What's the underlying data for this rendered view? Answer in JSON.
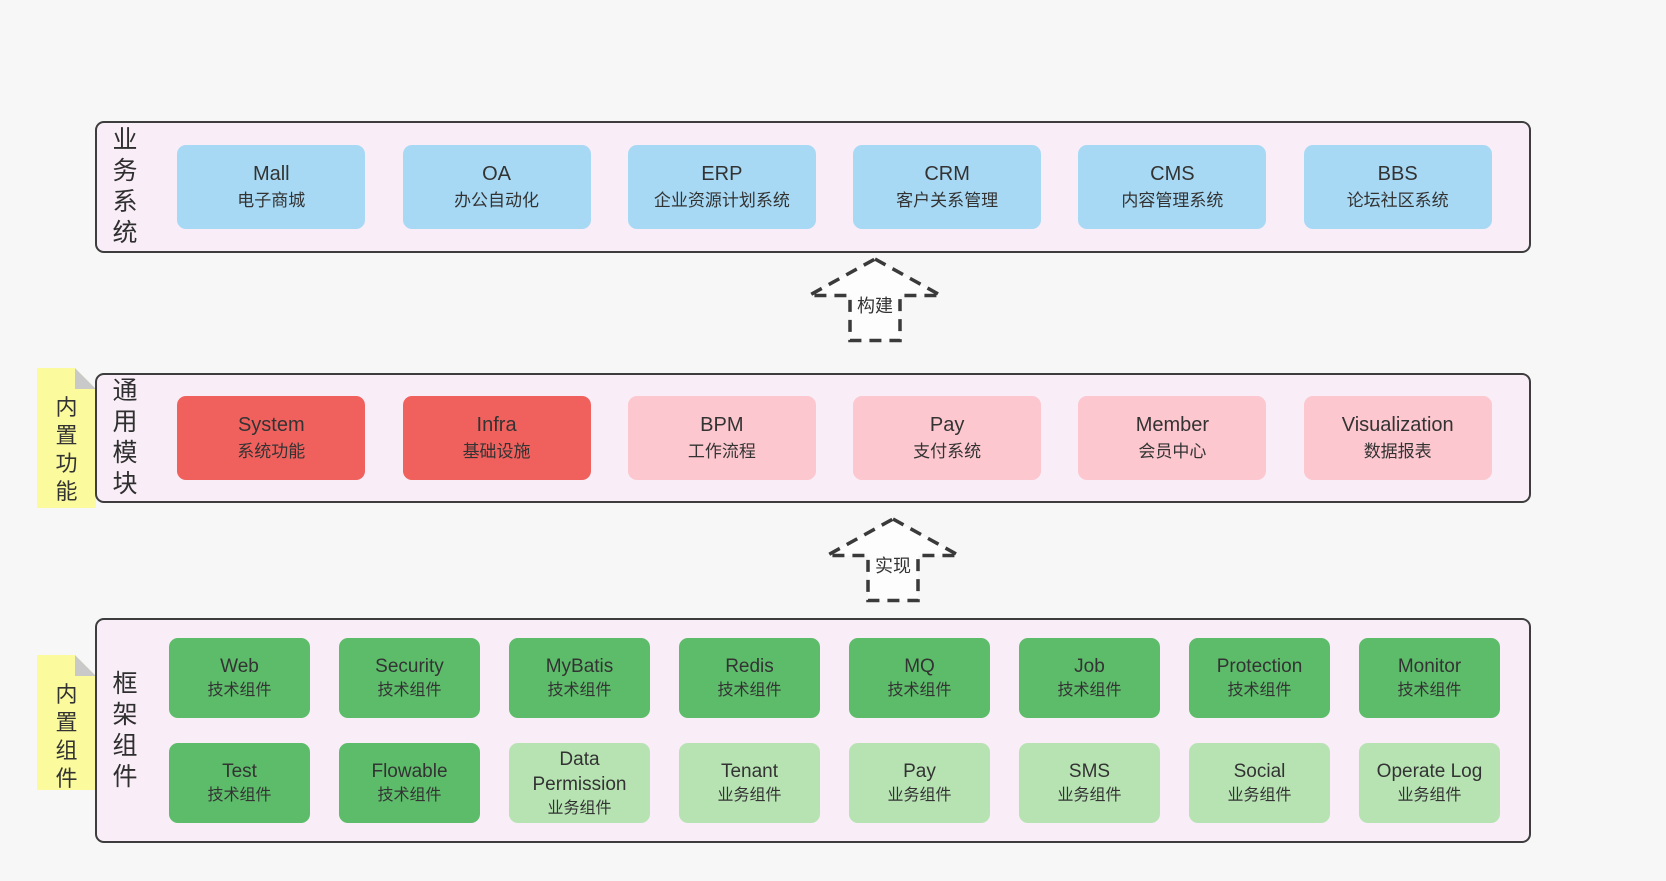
{
  "diagram": {
    "title_hint": "layered architecture diagram",
    "colors": {
      "page_bg": "#f7f7f7",
      "band_bg": "#f9eef8",
      "band_border": "#3d3d3d",
      "blue_box": "#a8d9f4",
      "red_box": "#f0615e",
      "pink_box": "#fcc7ce",
      "green_box": "#5dbc6a",
      "light_green_box": "#b7e3b3",
      "note_yellow": "#fbfb9e",
      "note_fold_gray": "#c9c9c9",
      "text": "#333333"
    },
    "arrows": [
      {
        "label": "构建"
      },
      {
        "label": "实现"
      }
    ],
    "bands": [
      {
        "label": "业务系统",
        "rows": [
          [
            {
              "name": "Mall",
              "desc": "电子商城",
              "variant": "blue"
            },
            {
              "name": "OA",
              "desc": "办公自动化",
              "variant": "blue"
            },
            {
              "name": "ERP",
              "desc": "企业资源计划系统",
              "variant": "blue"
            },
            {
              "name": "CRM",
              "desc": "客户关系管理",
              "variant": "blue"
            },
            {
              "name": "CMS",
              "desc": "内容管理系统",
              "variant": "blue"
            },
            {
              "name": "BBS",
              "desc": "论坛社区系统",
              "variant": "blue"
            }
          ]
        ]
      },
      {
        "label": "通用模块",
        "note": "内置功能",
        "rows": [
          [
            {
              "name": "System",
              "desc": "系统功能",
              "variant": "red"
            },
            {
              "name": "Infra",
              "desc": "基础设施",
              "variant": "red"
            },
            {
              "name": "BPM",
              "desc": "工作流程",
              "variant": "pink"
            },
            {
              "name": "Pay",
              "desc": "支付系统",
              "variant": "pink"
            },
            {
              "name": "Member",
              "desc": "会员中心",
              "variant": "pink"
            },
            {
              "name": "Visualization",
              "desc": "数据报表",
              "variant": "pink"
            }
          ]
        ]
      },
      {
        "label": "框架组件",
        "note": "内置组件",
        "rows": [
          [
            {
              "name": "Web",
              "desc": "技术组件",
              "variant": "green"
            },
            {
              "name": "Security",
              "desc": "技术组件",
              "variant": "green"
            },
            {
              "name": "MyBatis",
              "desc": "技术组件",
              "variant": "green"
            },
            {
              "name": "Redis",
              "desc": "技术组件",
              "variant": "green"
            },
            {
              "name": "MQ",
              "desc": "技术组件",
              "variant": "green"
            },
            {
              "name": "Job",
              "desc": "技术组件",
              "variant": "green"
            },
            {
              "name": "Protection",
              "desc": "技术组件",
              "variant": "green"
            },
            {
              "name": "Monitor",
              "desc": "技术组件",
              "variant": "green"
            }
          ],
          [
            {
              "name": "Test",
              "desc": "技术组件",
              "variant": "green"
            },
            {
              "name": "Flowable",
              "desc": "技术组件",
              "variant": "green"
            },
            {
              "name": "Data Permission",
              "desc": "业务组件",
              "variant": "green-light"
            },
            {
              "name": "Tenant",
              "desc": "业务组件",
              "variant": "green-light"
            },
            {
              "name": "Pay",
              "desc": "业务组件",
              "variant": "green-light"
            },
            {
              "name": "SMS",
              "desc": "业务组件",
              "variant": "green-light"
            },
            {
              "name": "Social",
              "desc": "业务组件",
              "variant": "green-light"
            },
            {
              "name": "Operate Log",
              "desc": "业务组件",
              "variant": "green-light"
            }
          ]
        ]
      }
    ]
  }
}
